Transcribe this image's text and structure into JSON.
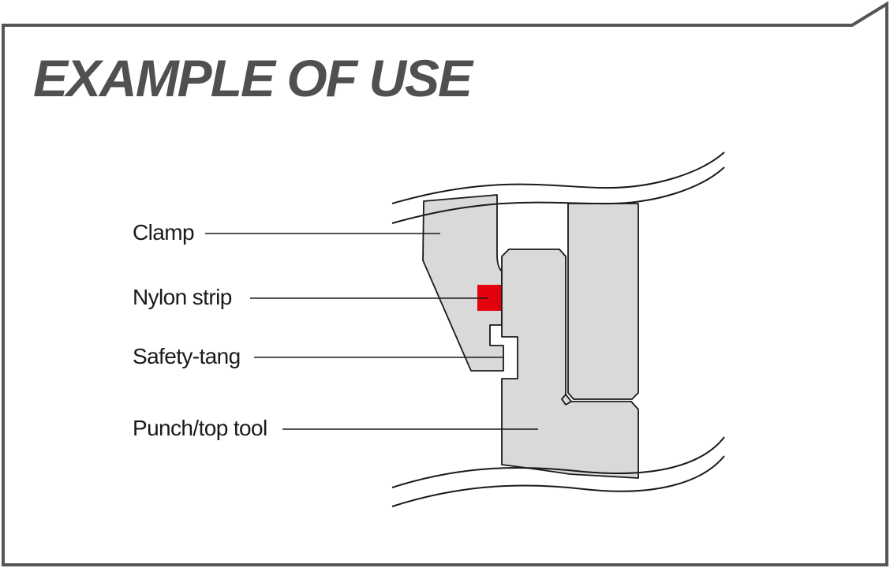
{
  "heading": "EXAMPLE OF USE",
  "labels": {
    "clamp": "Clamp",
    "nylon_strip": "Nylon strip",
    "safety_tang": "Safety-tang",
    "punch_top_tool": "Punch/top tool"
  },
  "colors": {
    "frame": "#555555",
    "heading": "#505050",
    "part_fill": "#d9d9d9",
    "outline": "#1a1a1a",
    "nylon_strip": "#e3000f"
  }
}
